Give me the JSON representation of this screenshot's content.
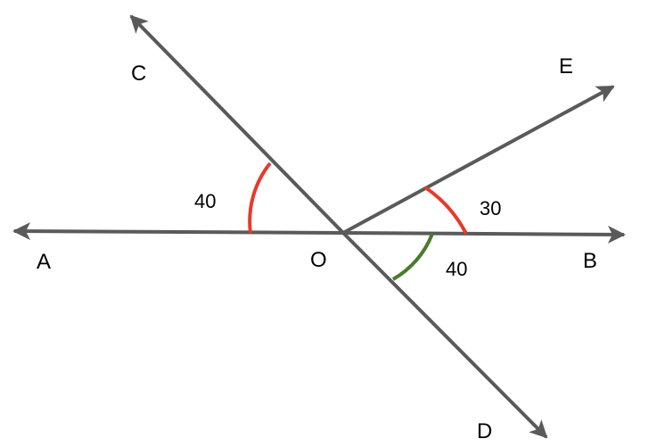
{
  "diagram": {
    "type": "geometry-angles",
    "colors": {
      "line": "#5a5a5a",
      "arc_red": "#e8392a",
      "arc_green": "#4a7a2c",
      "text": "#000000",
      "background": "#ffffff"
    },
    "points": {
      "A": "A",
      "B": "B",
      "C": "C",
      "D": "D",
      "E": "E",
      "O": "O"
    },
    "angles": {
      "AOC": "40",
      "EOB": "30",
      "BOD": "40"
    },
    "lines": [
      {
        "name": "line-AB",
        "from": "A",
        "to": "B"
      },
      {
        "name": "line-CD",
        "from": "C",
        "to": "D"
      },
      {
        "name": "ray-OE",
        "from": "O",
        "to": "E"
      }
    ]
  }
}
